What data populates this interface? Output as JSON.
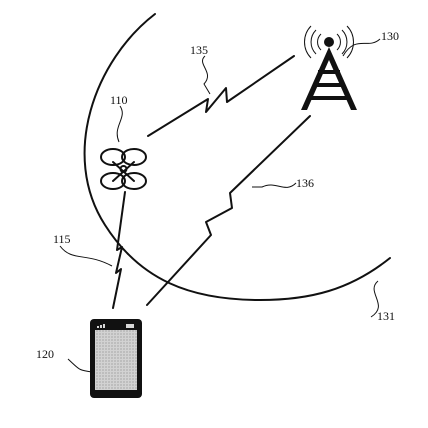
{
  "labels": {
    "drone": "110",
    "phone": "120",
    "tower": "130",
    "coverage": "131",
    "link_drone_phone": "115",
    "link_drone_tower": "135",
    "link_phone_tower": "136"
  },
  "icons": {
    "drone": "quadcopter-drone-icon",
    "tower": "cell-tower-icon",
    "phone": "mobile-phone-icon"
  },
  "colors": {
    "ink": "#111111",
    "screen": "#c8c8c8",
    "background": "#ffffff"
  }
}
